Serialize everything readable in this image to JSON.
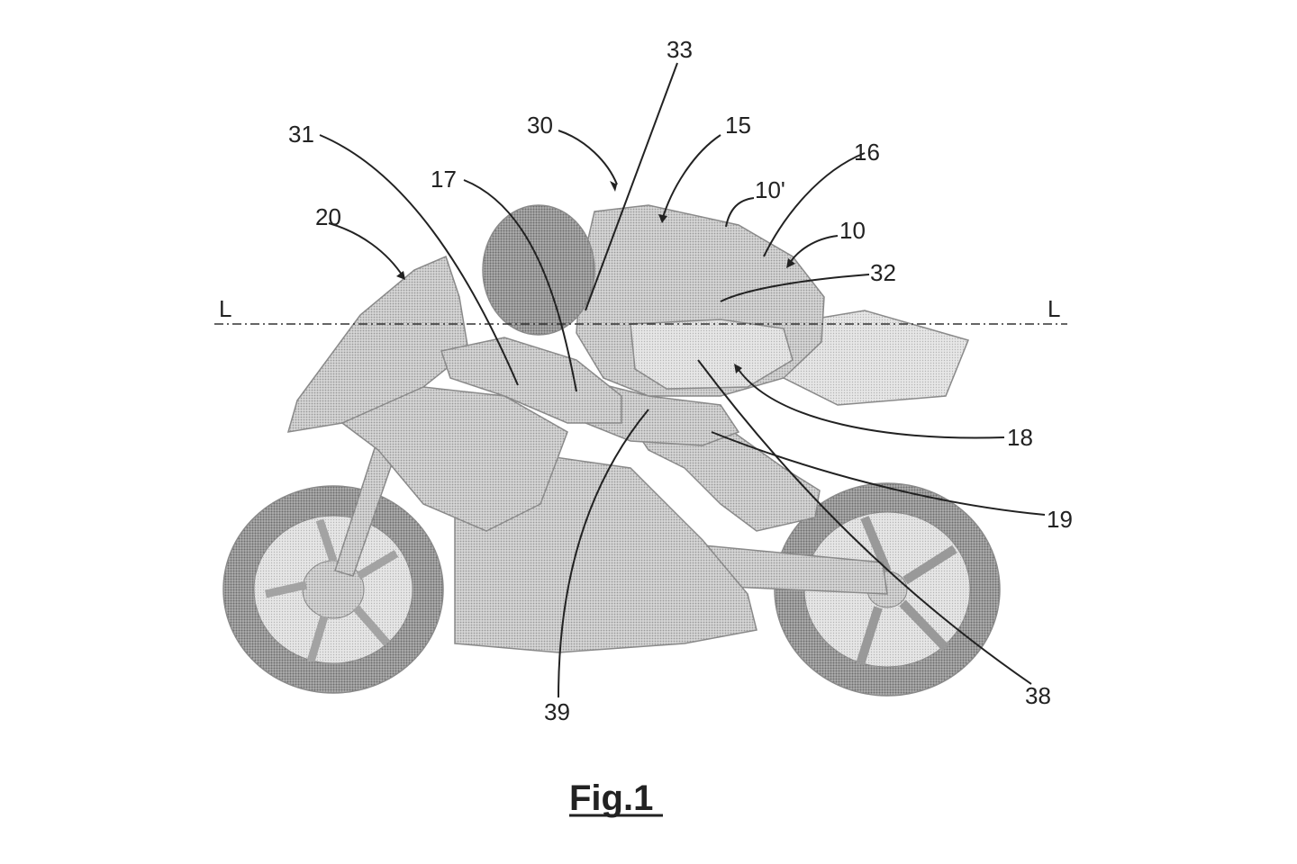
{
  "figure": {
    "caption": "Fig.1",
    "axis": {
      "left_label": "L",
      "right_label": "L"
    },
    "reference_numerals": {
      "n10": "10",
      "n10p": "10'",
      "n15": "15",
      "n16": "16",
      "n17": "17",
      "n18": "18",
      "n19": "19",
      "n20": "20",
      "n30": "30",
      "n31": "31",
      "n32": "32",
      "n33": "33",
      "n38": "38",
      "n39": "39"
    }
  }
}
